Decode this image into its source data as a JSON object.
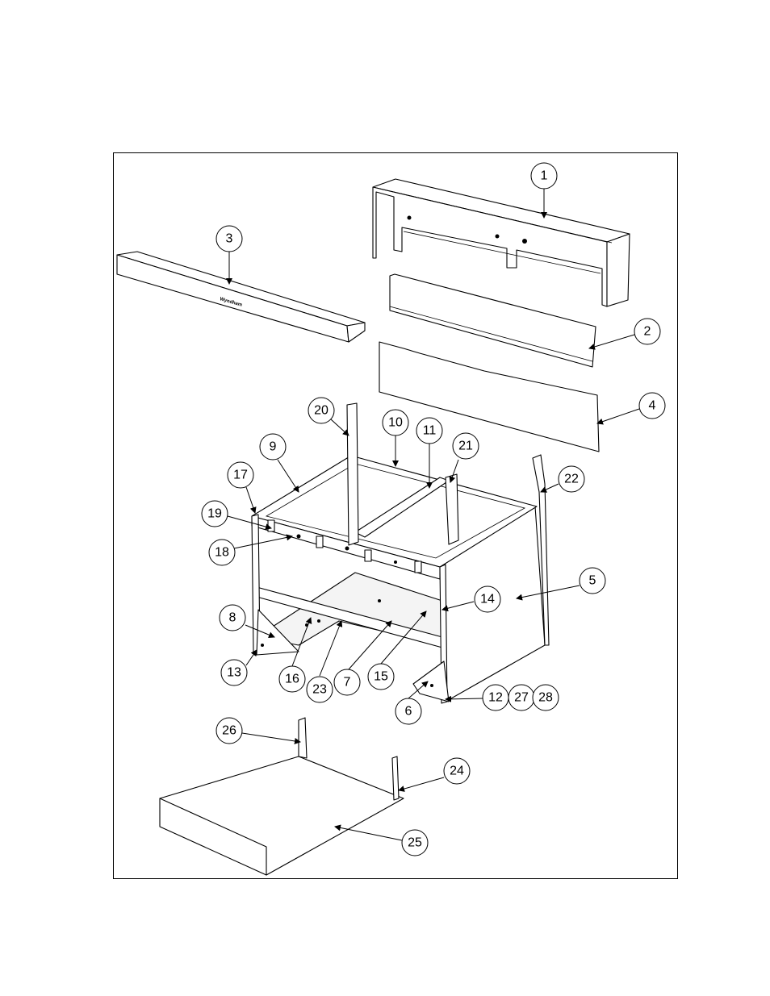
{
  "diagram": {
    "logo_text": "Wyndham",
    "callouts": [
      {
        "id": "c1",
        "label": "1"
      },
      {
        "id": "c2",
        "label": "2"
      },
      {
        "id": "c3",
        "label": "3"
      },
      {
        "id": "c4",
        "label": "4"
      },
      {
        "id": "c5",
        "label": "5"
      },
      {
        "id": "c6",
        "label": "6"
      },
      {
        "id": "c7",
        "label": "7"
      },
      {
        "id": "c8",
        "label": "8"
      },
      {
        "id": "c9",
        "label": "9"
      },
      {
        "id": "c10",
        "label": "10"
      },
      {
        "id": "c11",
        "label": "11"
      },
      {
        "id": "c12",
        "label": "12"
      },
      {
        "id": "c13",
        "label": "13"
      },
      {
        "id": "c14",
        "label": "14"
      },
      {
        "id": "c15",
        "label": "15"
      },
      {
        "id": "c16",
        "label": "16"
      },
      {
        "id": "c17",
        "label": "17"
      },
      {
        "id": "c18",
        "label": "18"
      },
      {
        "id": "c19",
        "label": "19"
      },
      {
        "id": "c20",
        "label": "20"
      },
      {
        "id": "c21",
        "label": "21"
      },
      {
        "id": "c22",
        "label": "22"
      },
      {
        "id": "c23",
        "label": "23"
      },
      {
        "id": "c24",
        "label": "24"
      },
      {
        "id": "c25",
        "label": "25"
      },
      {
        "id": "c26",
        "label": "26"
      },
      {
        "id": "c27",
        "label": "27"
      },
      {
        "id": "c28",
        "label": "28"
      }
    ]
  }
}
